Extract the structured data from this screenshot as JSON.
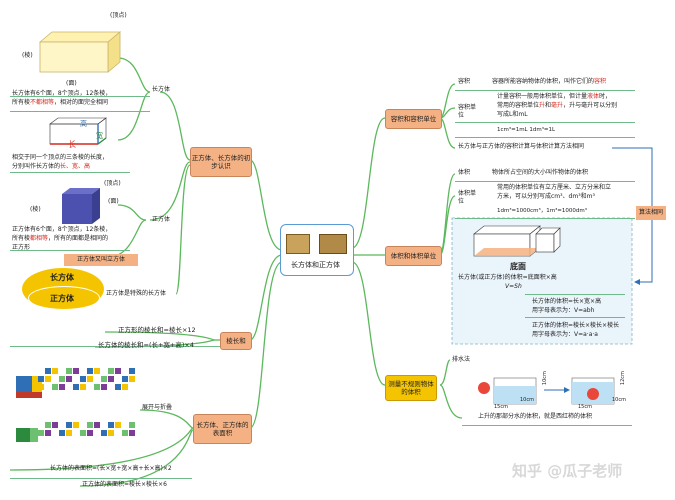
{
  "center": {
    "title": "长方体和正方体"
  },
  "left": {
    "branch1": {
      "title": "正方体、长方体的初步认识",
      "cuboid": {
        "label": "长方体",
        "vertex": "顶点",
        "edge": "棱",
        "face": "面",
        "desc1": "长方体有6个面，8个顶点，12条棱，",
        "desc2_pre": "所有棱",
        "desc2_red": "不都相等",
        "desc2_post": "，相对的面完全相同",
        "dim_long": "长",
        "dim_width": "宽",
        "dim_height": "高",
        "desc3": "相交于同一个顶点的三条棱的长度，",
        "desc4_pre": "分别叫作长方体的",
        "desc4_red": "长、宽、高"
      },
      "cube": {
        "label": "正方体",
        "vertex": "顶点",
        "edge": "棱",
        "face": "面",
        "desc1": "正方体有6个面，8个顶点，12条棱，",
        "desc2_pre": "所有棱",
        "desc2_red": "都相等",
        "desc2_post": "，所有的面都是相同的",
        "desc3": "正方形",
        "also_called": "正方体又叫立方体"
      },
      "special": {
        "outer": "长方体",
        "inner": "正方体",
        "text": "正方体是特殊的长方体"
      }
    },
    "branch2": {
      "title": "棱长和",
      "line1": "正方形的棱长和=棱长×12",
      "line2": "长方体的棱长和=(长+宽+高)×4"
    },
    "branch3": {
      "title": "长方体、正方体的表面积",
      "unfold": "展开与折叠",
      "line1": "长方体的表面积=(长×宽+宽×高+长×高)×2",
      "line2": "正方体的表面积=棱长×棱长×6"
    }
  },
  "right": {
    "branch1": {
      "title": "容积和容积单位",
      "label_capacity": "容积",
      "def_capacity_pre": "容器所能容纳物体的体积，叫作它们的",
      "def_capacity_red": "容积",
      "label_unit": "容积单位",
      "unit_text1_pre": "计量容积一般用体积单位，但计量",
      "unit_text1_red": "液体",
      "unit_text1_post": "时，",
      "unit_text2_pre": "常用的容积单位",
      "unit_text2_red1": "升",
      "unit_text2_mid": "和",
      "unit_text2_red2": "毫升",
      "unit_text2_post": "，升与毫升可以分别",
      "unit_text3": "写成L和mL",
      "formula": "1cm³=1mL   1dm³=1L",
      "calc_same": "长方体与正方体的容积计算与体积计算方法相同",
      "algo_label": "算法相同"
    },
    "branch2": {
      "title": "体积和体积单位",
      "label_volume": "体积",
      "def_volume": "物体所占空间的大小叫作物体的体积",
      "label_unit": "体积单位",
      "unit_text1": "常用的体积单位有立方厘米、立方分米和立",
      "unit_text2": "方米，可以分别写成cm³、dm³和m³",
      "conversions": "1dm³=1000cm³，1m³=1000dm³",
      "base_label": "底面",
      "formula1": "长方体(或正方体)的体积=底面积×高",
      "formula1b": "V=Sh",
      "formula2": "长方体的体积=长×宽×高",
      "formula2b": "用字母表示为：V=abh",
      "formula3": "正方体的体积=棱长×棱长×棱长",
      "formula3b": "用字母表示为：V=a·a·a"
    },
    "branch3": {
      "title": "测量不规则物体的体积",
      "method": "排水法",
      "dim1": "10cm",
      "dim2": "15cm",
      "dim3": "10cm",
      "dim4": "12cm",
      "dim5": "15cm",
      "dim6": "10cm",
      "result": "上升的那部分水的体积，就是西红柿的体积"
    }
  },
  "watermark": "知乎 @瓜子老师",
  "colors": {
    "branch_fill": "#f4b183",
    "center_border": "#5a9bd5",
    "line_green": "#5cb85c",
    "red": "#d42a1f",
    "ellipse": "#f5c400"
  }
}
